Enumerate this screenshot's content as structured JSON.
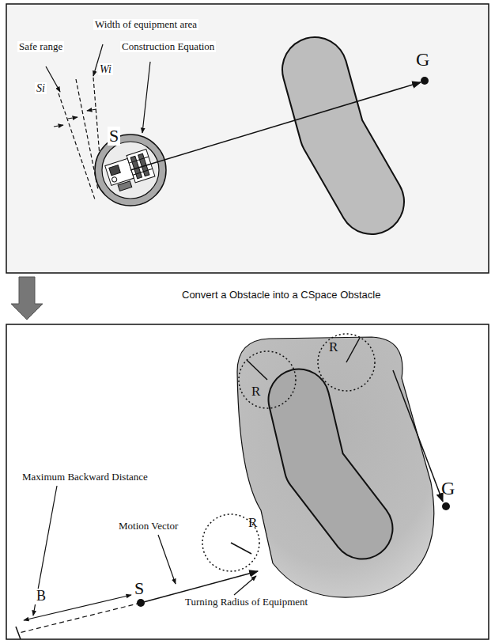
{
  "diagram": {
    "labels": [
      "G",
      "Width of equipment area",
      "Safe range",
      "Wi",
      "Si",
      "Construction Equation",
      "S",
      "Convert a Obstacle into a CSpace Obstacle",
      "R",
      "R",
      "Maximum Backward Distance",
      "G",
      "R",
      "Motion Vector",
      "S",
      "B",
      "Turning Radius of Equipment"
    ]
  }
}
